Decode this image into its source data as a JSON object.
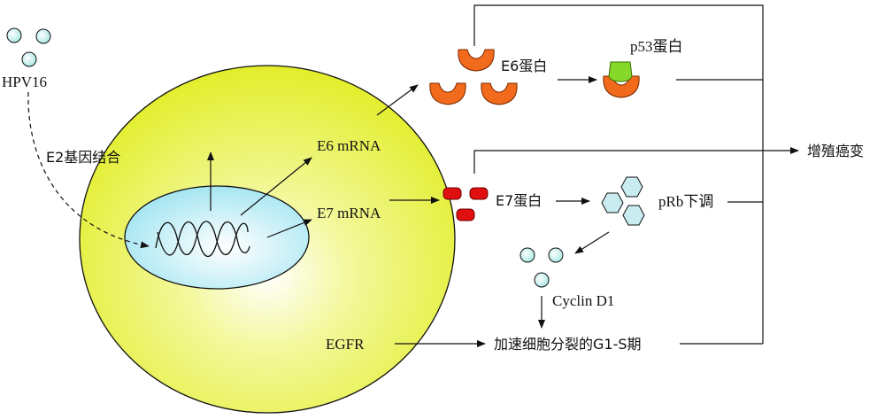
{
  "labels": {
    "hpv16": "HPV16",
    "e2": "E2基因结合",
    "e6_mrna": "E6 mRNA",
    "e7_mrna": "E7 mRNA",
    "e6_protein": "E6蛋白",
    "p53_protein": "p53蛋白",
    "e7_protein": "E7蛋白",
    "prb": "pRb下调",
    "cyclin": "Cyclin D1",
    "egfr": "EGFR",
    "g1s": "加速细胞分裂的G1-S期",
    "proliferation": "增殖癌变"
  },
  "colors": {
    "cell": "#e2ee2a",
    "nucleus": "#b8ecf4",
    "virus": "#bff0ec",
    "e6": "#f26a1b",
    "e7": "#e01010",
    "p53": "#86d92a",
    "prb_hex": "#c8ecf0"
  }
}
